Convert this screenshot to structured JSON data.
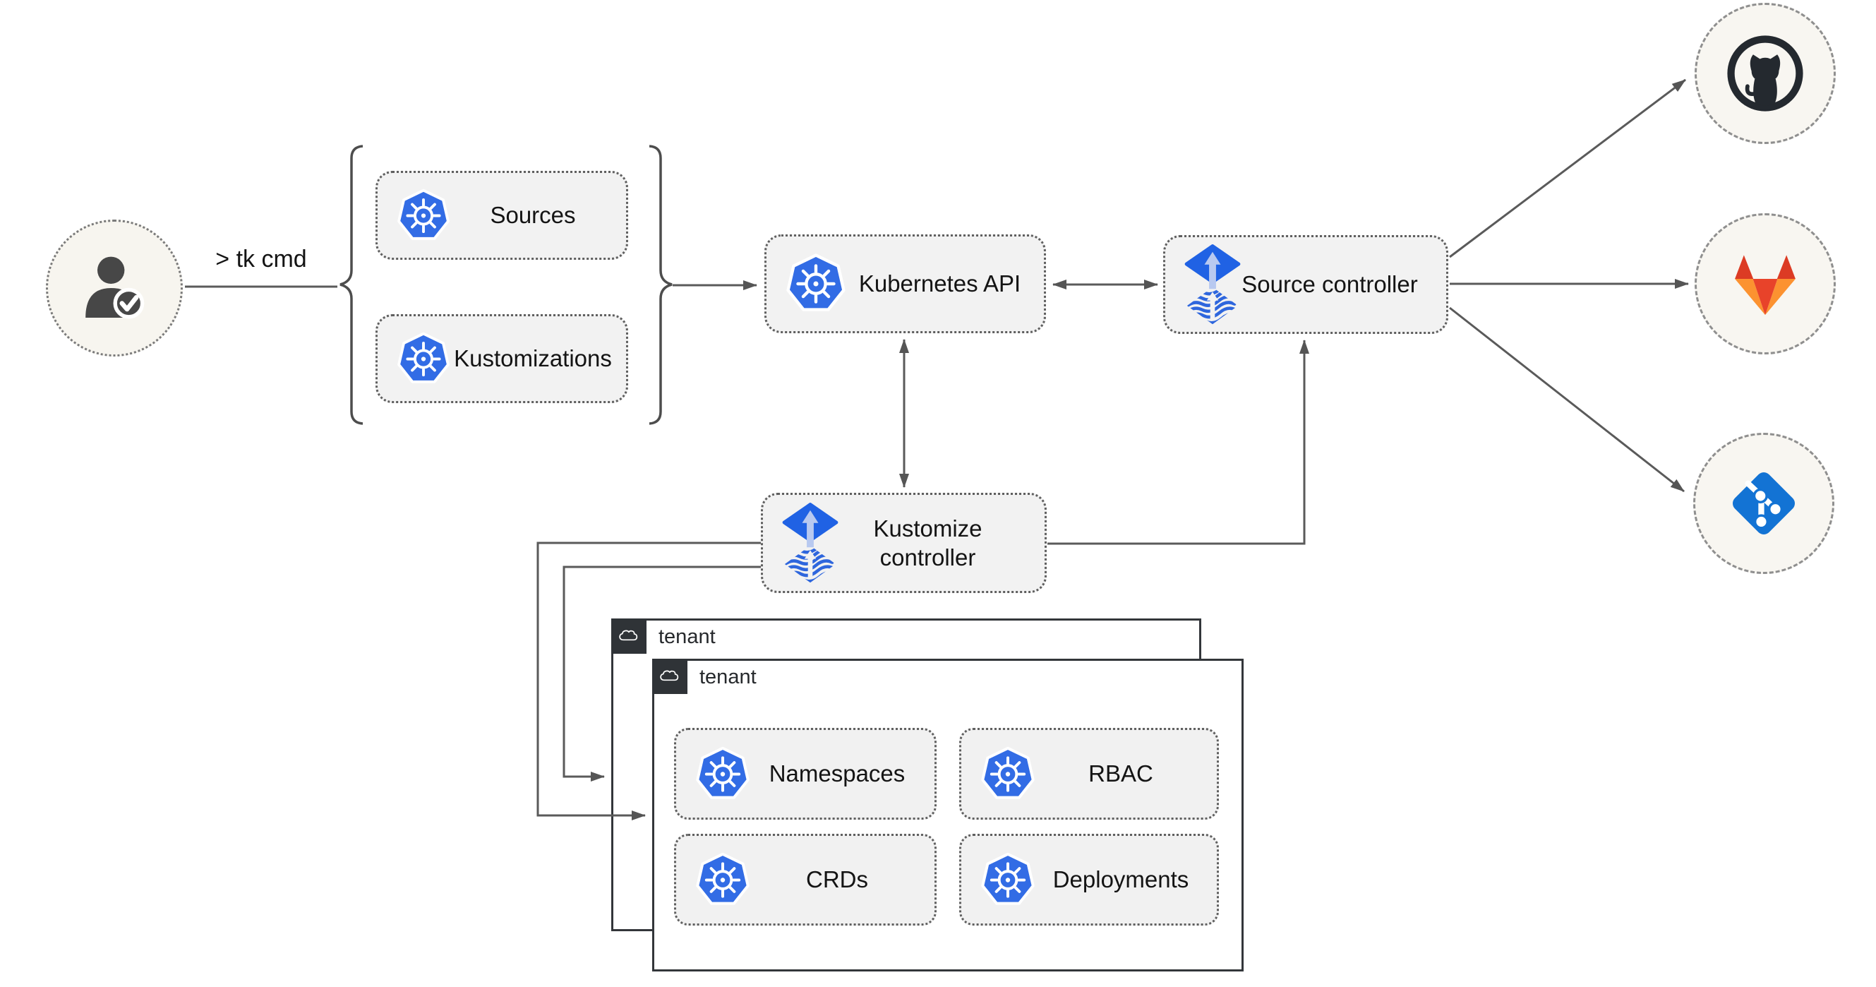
{
  "user": {
    "icon": "user-check-icon",
    "command_label": "> tk cmd"
  },
  "crd_group": {
    "sources": {
      "icon": "kubernetes-icon",
      "label": "Sources"
    },
    "kustomizations": {
      "icon": "kubernetes-icon",
      "label": "Kustomizations"
    }
  },
  "cluster": {
    "kubernetes_api": {
      "icon": "kubernetes-icon",
      "label": "Kubernetes API"
    },
    "source_controller": {
      "icon": "flux-icon",
      "label": "Source controller"
    },
    "kustomize_controller": {
      "icon": "flux-icon",
      "label": "Kustomize controller"
    }
  },
  "tenants": [
    {
      "icon": "cloud-icon",
      "label": "tenant"
    },
    {
      "icon": "cloud-icon",
      "label": "tenant",
      "resources": [
        {
          "icon": "kubernetes-icon",
          "label": "Namespaces"
        },
        {
          "icon": "kubernetes-icon",
          "label": "RBAC"
        },
        {
          "icon": "kubernetes-icon",
          "label": "CRDs"
        },
        {
          "icon": "kubernetes-icon",
          "label": "Deployments"
        }
      ]
    }
  ],
  "remotes": [
    {
      "icon": "github-icon"
    },
    {
      "icon": "gitlab-icon"
    },
    {
      "icon": "git-icon"
    }
  ],
  "colors": {
    "kubernetes_blue": "#326ce5",
    "flux_blue": "#2062e4",
    "flux_arrow_light": "#b8c9f0",
    "github_dark": "#24292f",
    "gitlab_red": "#e24329",
    "gitlab_orange": "#fc9230",
    "git_blue": "#1373d4",
    "node_fill": "#f2f2f2",
    "connector_gray": "#5a5a5a",
    "tenant_border": "#33363a"
  }
}
